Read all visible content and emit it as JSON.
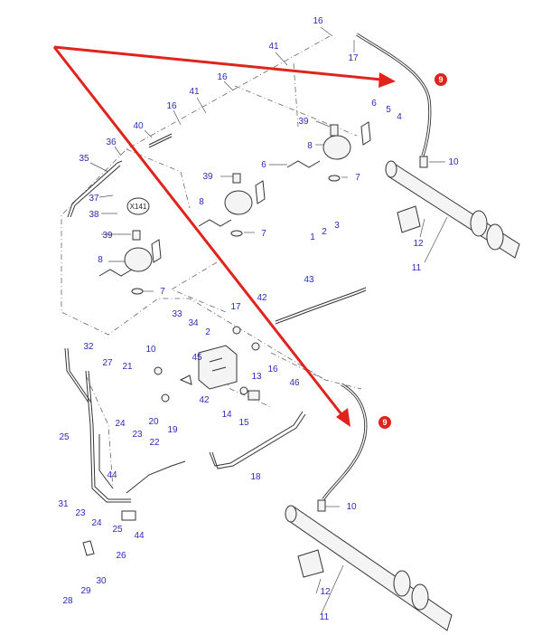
{
  "diagram": {
    "connector_tag": "X141",
    "highlight_color": "#e0231c",
    "label_color": "#2b2bb8",
    "highlighted_part": "9",
    "labels": [
      "16",
      "41",
      "17",
      "16",
      "41",
      "39",
      "5",
      "6",
      "4",
      "16",
      "40",
      "8",
      "10",
      "36",
      "35",
      "39",
      "6",
      "7",
      "37",
      "8",
      "38",
      "X141",
      "39",
      "7",
      "3",
      "2",
      "1",
      "12",
      "11",
      "8",
      "7",
      "43",
      "42",
      "17",
      "33",
      "34",
      "2",
      "32",
      "10",
      "45",
      "27",
      "21",
      "13",
      "16",
      "46",
      "20",
      "42",
      "14",
      "15",
      "19",
      "24",
      "23",
      "25",
      "22",
      "44",
      "18",
      "9",
      "31",
      "23",
      "24",
      "25",
      "44",
      "26",
      "10",
      "30",
      "29",
      "28",
      "12",
      "11"
    ]
  }
}
